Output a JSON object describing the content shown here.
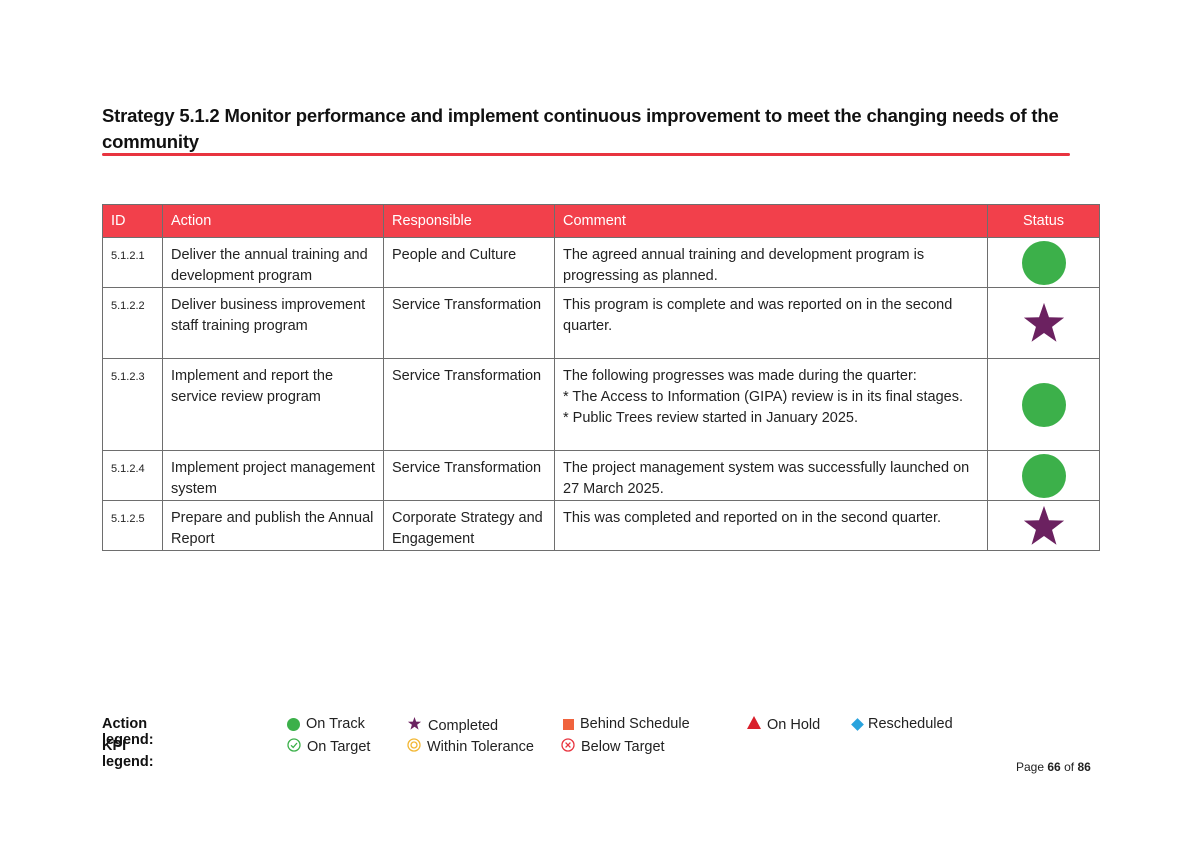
{
  "heading": "Strategy 5.1.2 Monitor performance and implement continuous improvement to meet the changing needs of the community",
  "colors": {
    "accent": "#f2404b",
    "on_track": "#3cb04a",
    "completed": "#6b2160",
    "behind_schedule": "#f0633d",
    "on_hold": "#d91f2b",
    "rescheduled": "#29a3dd"
  },
  "table": {
    "headers": {
      "id": "ID",
      "action": "Action",
      "responsible": "Responsible",
      "comment": "Comment",
      "status": "Status"
    },
    "rows": [
      {
        "id": "5.1.2.1",
        "action": "Deliver the annual training and development program",
        "responsible": "People and Culture",
        "comment": [
          "The agreed annual training and development program is progressing as planned."
        ],
        "status": "on-track"
      },
      {
        "id": "5.1.2.2",
        "action": "Deliver business improvement staff training program",
        "responsible": "Service Transformation",
        "comment": [
          "This program is complete and was reported on in the second quarter."
        ],
        "status": "completed"
      },
      {
        "id": "5.1.2.3",
        "action": "Implement and report the service review program",
        "responsible": "Service Transformation",
        "comment": [
          "The following progresses was made during the quarter:",
          "* The Access to Information (GIPA) review is in its final stages.",
          "* Public Trees review started in January 2025."
        ],
        "status": "on-track"
      },
      {
        "id": "5.1.2.4",
        "action": "Implement project management system",
        "responsible": "Service Transformation",
        "comment": [
          "The project management system was successfully launched on 27 March 2025."
        ],
        "status": "on-track"
      },
      {
        "id": "5.1.2.5",
        "action": "Prepare and publish the Annual Report",
        "responsible": "Corporate Strategy and Engagement",
        "comment": [
          "This was completed and reported on in the second quarter."
        ],
        "status": "completed"
      }
    ]
  },
  "legend": {
    "action_title": "Action legend:",
    "kpi_title": "KPI legend:",
    "action_items": [
      {
        "label": "On Track",
        "icon": "green-circle-icon"
      },
      {
        "label": "Completed",
        "icon": "purple-star-icon"
      },
      {
        "label": "Behind Schedule",
        "icon": "orange-square-icon"
      },
      {
        "label": "On Hold",
        "icon": "red-triangle-icon"
      },
      {
        "label": "Rescheduled",
        "icon": "blue-diamond-icon"
      }
    ],
    "kpi_items": [
      {
        "label": "On Target",
        "icon": "green-check-circle-icon"
      },
      {
        "label": "Within Tolerance",
        "icon": "yellow-target-icon"
      },
      {
        "label": "Below Target",
        "icon": "red-x-circle-icon"
      }
    ]
  },
  "footer": {
    "page_prefix": "Page",
    "page_current": "66",
    "page_of": "of",
    "page_total": "86"
  }
}
